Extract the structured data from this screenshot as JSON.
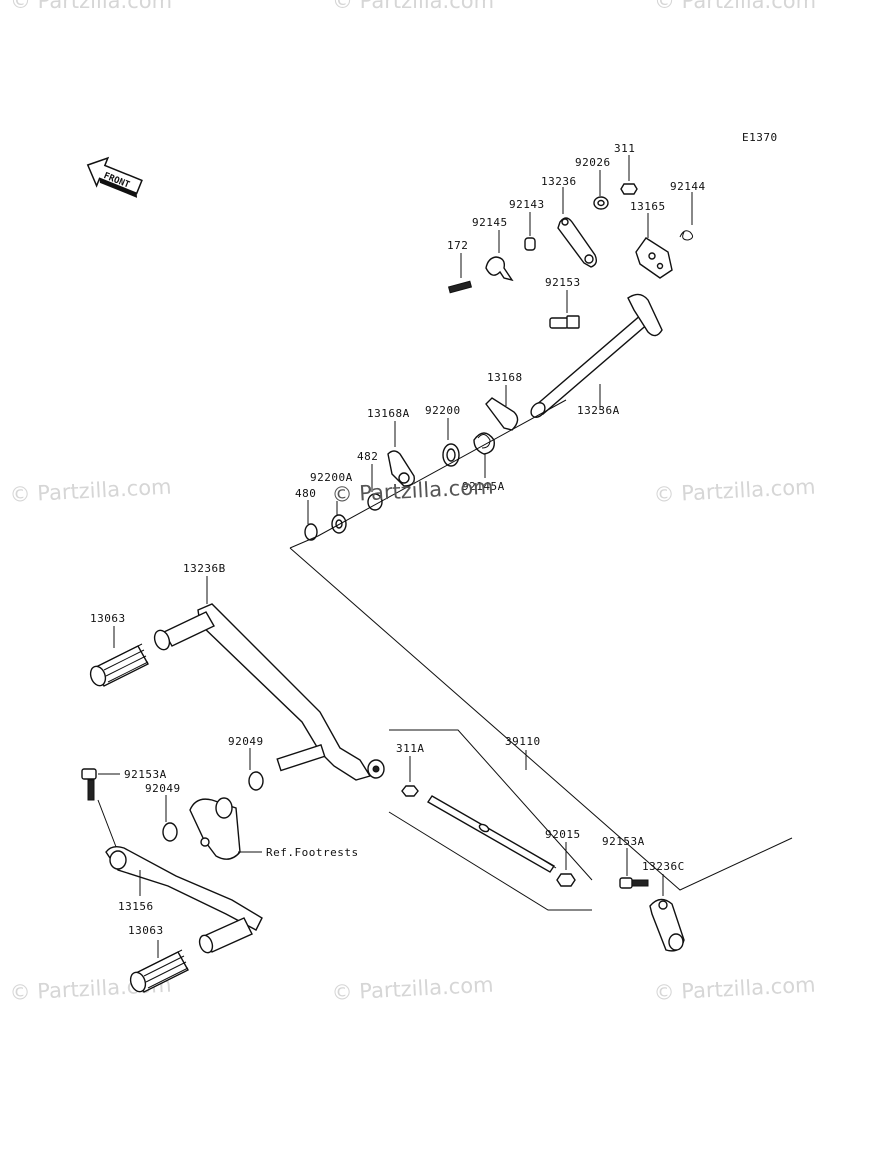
{
  "diagram_code": "E1370",
  "front_label": "FRONT",
  "ref_note": "Ref.Footrests",
  "watermark": "© Partzilla.com",
  "parts": {
    "p311": "311",
    "p92026": "92026",
    "p13236": "13236",
    "p92143": "92143",
    "p92145": "92145",
    "p172": "172",
    "p92153": "92153",
    "p13165": "13165",
    "p92144": "92144",
    "p13168": "13168",
    "p13236A": "13236A",
    "p13168A": "13168A",
    "p92200": "92200",
    "p482": "482",
    "p92200A": "92200A",
    "p480": "480",
    "p92145A": "92145A",
    "p13236B": "13236B",
    "p13063_top": "13063",
    "p92049_a": "92049",
    "p92153A_a": "92153A",
    "p92049_b": "92049",
    "p13156": "13156",
    "p13063_bot": "13063",
    "p311A": "311A",
    "p39110": "39110",
    "p92015": "92015",
    "p92153A_b": "92153A",
    "p13236C": "13236C"
  }
}
